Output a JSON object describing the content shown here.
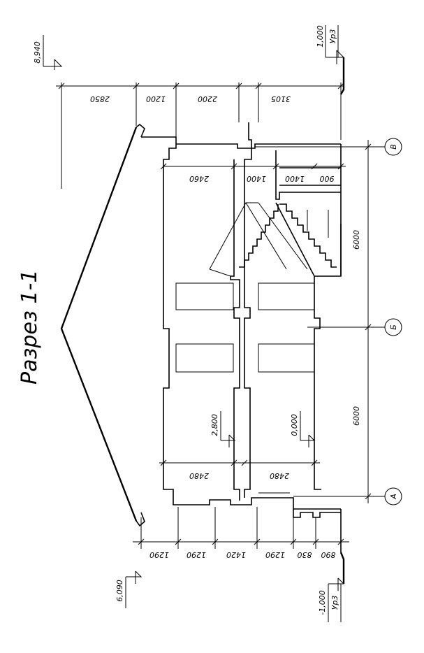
{
  "title": "Разрез 1-1",
  "levels": {
    "top_ridge": "8,940",
    "right_top": "1,000",
    "right_top_label": "Ур3",
    "floor_2": "2,800",
    "floor_1": "0,000",
    "eave": "6,090",
    "bottom": "-1,000",
    "bottom_label": "Ур3"
  },
  "axes": [
    "В",
    "Б",
    "А"
  ],
  "top_dims": [
    "2850",
    "1200",
    "2200",
    "3105"
  ],
  "mid_dims": [
    "2460",
    "1400",
    "1400",
    "900"
  ],
  "floor_dims": [
    "2480",
    "2480"
  ],
  "bottom_dims": [
    "1290",
    "1290",
    "1420",
    "1290",
    "830",
    "890"
  ],
  "span_dims": [
    "6000",
    "6000"
  ]
}
